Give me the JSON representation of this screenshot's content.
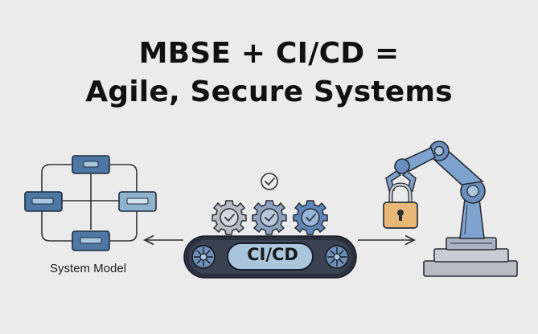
{
  "title": {
    "line1": "MBSE + CI/CD =",
    "line2": "Agile, Secure Systems"
  },
  "system_model": {
    "caption": "System Model"
  },
  "pipeline": {
    "label": "CI/CD"
  },
  "colors": {
    "background": "#ebebeb",
    "block_dark": "#4e77a6",
    "block_light": "#8fb3cc",
    "belt": "#2a3040",
    "belt_inner": "#a9c6dd",
    "gear_gray": "#b8bcc2",
    "gear_blue": "#7a9ac3",
    "lock_body": "#e9b877",
    "robot_arm": "#7fa3cf"
  },
  "icons": [
    "check-circle-icon",
    "gear-icon",
    "padlock-icon",
    "robotic-arm-icon",
    "left-arrow-icon",
    "right-arrow-icon"
  ]
}
